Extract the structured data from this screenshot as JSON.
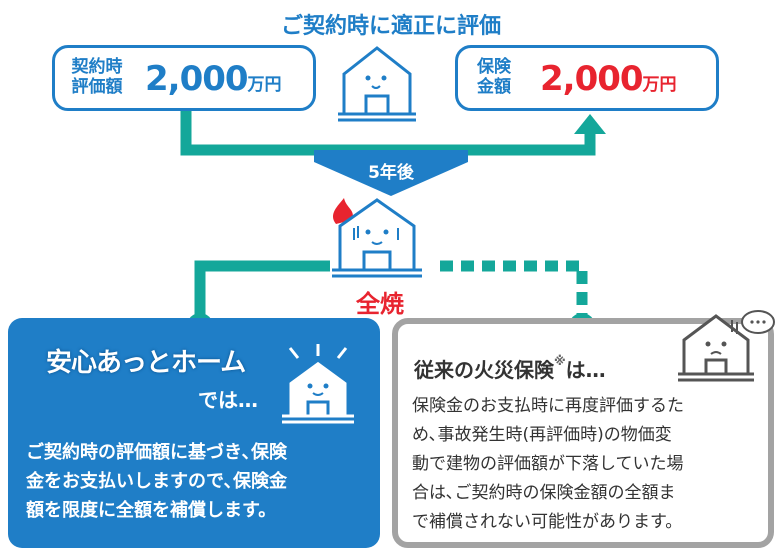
{
  "title": "ご契約時に適正に評価",
  "left_box": {
    "label_line1": "契約時",
    "label_line2": "評価額",
    "amount": "2,000",
    "unit": "万円"
  },
  "right_box": {
    "label_line1": "保険",
    "label_line2": "金額",
    "amount": "2,000",
    "unit": "万円"
  },
  "arrow_label": "5年後",
  "event_label": "全焼",
  "left_panel": {
    "brand_logo": "安心あっとホーム",
    "suffix": "では…",
    "body_line1": "ご契約時の評価額に基づき､保険",
    "body_line2": "金をお支払いしますので､保険金",
    "body_line3": "額を限度に全額を補償します。"
  },
  "right_panel": {
    "heading": "従来の火災保険",
    "heading_mark": "※",
    "heading_suffix": "は…",
    "body_line1": "保険金のお支払時に再度評価するた",
    "body_line2": "め､事故発生時(再評価時)の物価変",
    "body_line3": "動で建物の評価額が下落していた場",
    "body_line4": "合は､ご契約時の保険金額の全額ま",
    "body_line5": "で補償されない可能性があります。"
  },
  "colors": {
    "blue": "#1f7ec7",
    "teal": "#14a79a",
    "red": "#e8242f",
    "gray": "#a3a3a3"
  }
}
